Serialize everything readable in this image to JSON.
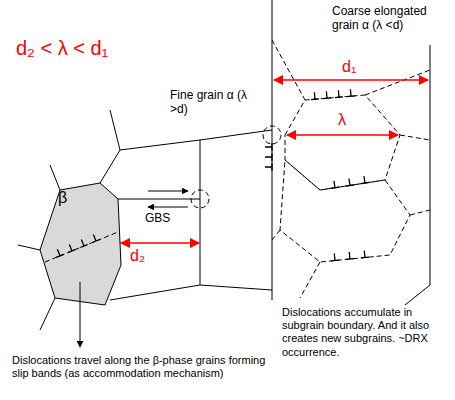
{
  "diagram": {
    "nodes": [
      {
        "text": [
          "β"
        ]
      }
    ],
    "labels": [
      "d₂ < λ < d₁",
      "Coarse elongated grain α (λ <d)",
      "d₁",
      "λ",
      "Fine grain α (λ >d)",
      "GBS",
      "d₂",
      "Dislocations accumulate in subgrain boundary. And it also creates new subgrains. ~DRX occurrence.",
      "Dislocations travel along the β-phase grains forming slip bands (as accommodation mechanism)"
    ]
  }
}
